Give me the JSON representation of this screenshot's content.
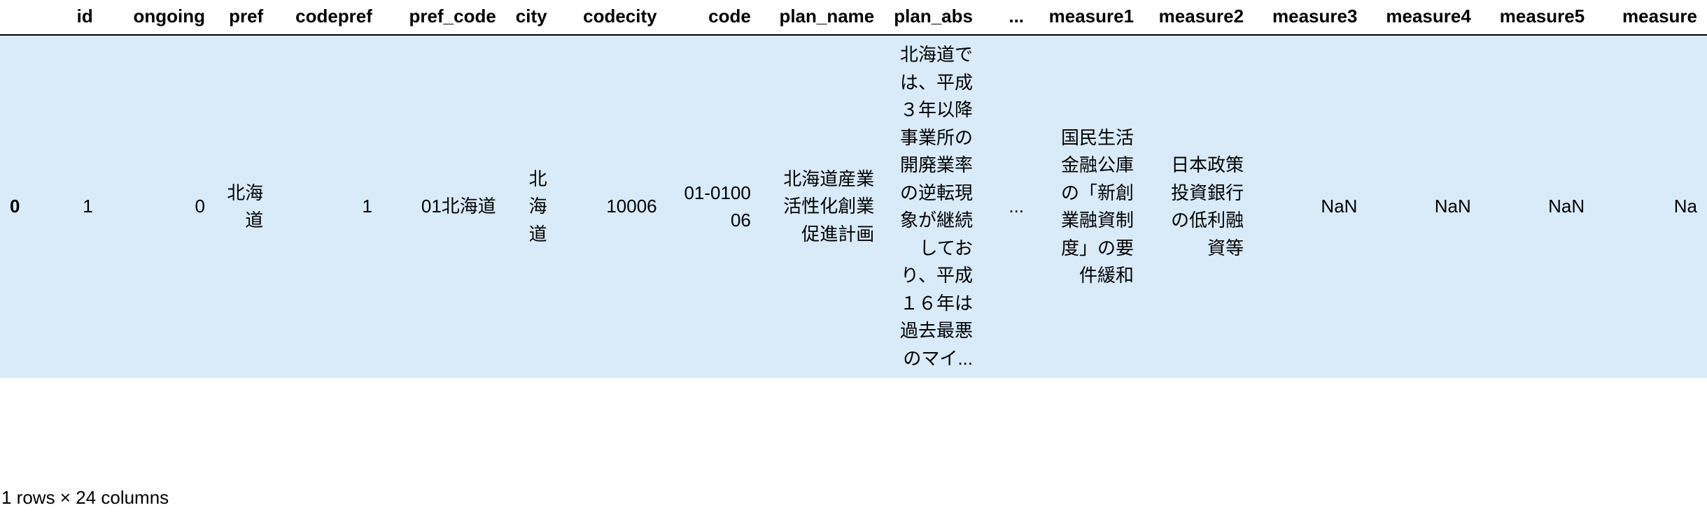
{
  "table": {
    "columns": [
      {
        "key": "index",
        "label": ""
      },
      {
        "key": "id",
        "label": "id"
      },
      {
        "key": "ongoing",
        "label": "ongoing"
      },
      {
        "key": "pref",
        "label": "pref"
      },
      {
        "key": "codepref",
        "label": "codepref"
      },
      {
        "key": "pref_code",
        "label": "pref_code"
      },
      {
        "key": "city",
        "label": "city"
      },
      {
        "key": "codecity",
        "label": "codecity"
      },
      {
        "key": "code",
        "label": "code"
      },
      {
        "key": "plan_name",
        "label": "plan_name"
      },
      {
        "key": "plan_abs",
        "label": "plan_abs"
      },
      {
        "key": "ellipsis",
        "label": "..."
      },
      {
        "key": "measure1",
        "label": "measure1"
      },
      {
        "key": "measure2",
        "label": "measure2"
      },
      {
        "key": "measure3",
        "label": "measure3"
      },
      {
        "key": "measure4",
        "label": "measure4"
      },
      {
        "key": "measure5",
        "label": "measure5"
      },
      {
        "key": "measure6",
        "label": "measure"
      }
    ],
    "rows": [
      {
        "index": "0",
        "id": "1",
        "ongoing": "0",
        "pref": "北海道",
        "codepref": "1",
        "pref_code": "01北海道",
        "city": "北海道",
        "codecity": "10006",
        "code": "01-010006",
        "plan_name": "北海道産業活性化創業促進計画",
        "plan_abs": "北海道では、平成３年以降事業所の開廃業率の逆転現象が継続しており、平成１６年は過去最悪のマイ...",
        "ellipsis": "...",
        "measure1": "国民生活金融公庫の「新創業融資制度」の要件緩和",
        "measure2": "日本政策投資銀行の低利融資等",
        "measure3": "NaN",
        "measure4": "NaN",
        "measure5": "NaN",
        "measure6": "Na"
      }
    ],
    "shape_note": "1 rows × 24 columns",
    "row_highlight_color": "#d9eaf9",
    "header_rule_color": "#000000"
  }
}
